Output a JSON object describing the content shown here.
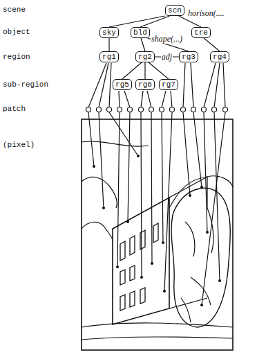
{
  "diagram": {
    "nodes": [
      {
        "text": [
          "scn"
        ]
      },
      {
        "text": [
          "sky"
        ]
      },
      {
        "text": [
          "bld"
        ]
      },
      {
        "text": [
          "tre"
        ]
      },
      {
        "text": [
          "rg1"
        ]
      },
      {
        "text": [
          "rg2"
        ]
      },
      {
        "text": [
          "rg3"
        ]
      },
      {
        "text": [
          "rg4"
        ]
      },
      {
        "text": [
          "rg5"
        ]
      },
      {
        "text": [
          "rg6"
        ]
      },
      {
        "text": [
          "rg7"
        ]
      }
    ],
    "edges": [
      {
        "from": 0,
        "to": 1,
        "arrow": "none"
      },
      {
        "from": 0,
        "to": 2,
        "arrow": "none"
      },
      {
        "from": 0,
        "to": 3,
        "arrow": "none"
      },
      {
        "from": 1,
        "to": 4,
        "arrow": "none"
      },
      {
        "from": 2,
        "to": 5,
        "arrow": "none"
      },
      {
        "from": 2,
        "to": 6,
        "arrow": "none"
      },
      {
        "from": 3,
        "to": 7,
        "arrow": "none"
      },
      {
        "from": 5,
        "to": 8,
        "arrow": "none"
      },
      {
        "from": 5,
        "to": 9,
        "arrow": "none"
      },
      {
        "from": 5,
        "to": 10,
        "arrow": "none"
      },
      {
        "from": 5,
        "to": 6,
        "label": "adj",
        "arrow": "none"
      }
    ],
    "labels": [
      "scene",
      "object",
      "region",
      "sub-region",
      "patch",
      "(pixel)",
      "horison(....",
      "shape(...)"
    ]
  }
}
